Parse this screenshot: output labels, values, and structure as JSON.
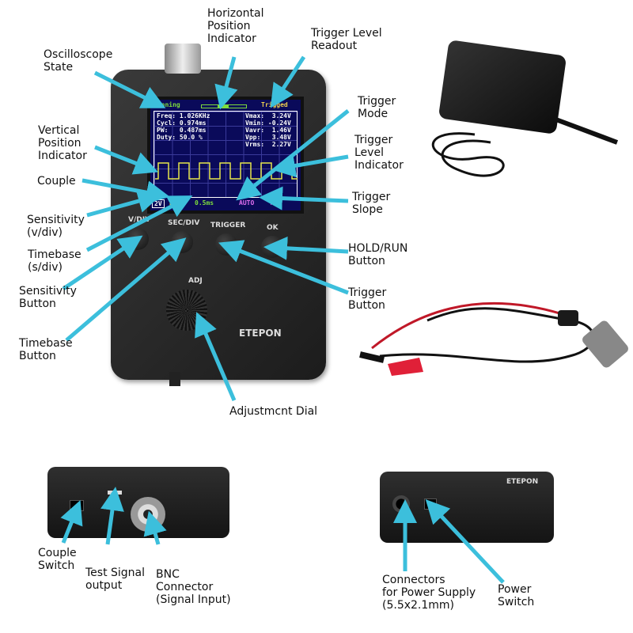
{
  "labels": {
    "oscilloscope_state": "Oscilloscope\nState",
    "horizontal_position": "Horizontal\nPosition\nIndicator",
    "trigger_level_readout": "Trigger Level\nReadout",
    "trigger_mode": "Trigger\nMode",
    "trigger_level_indicator": "Trigger\nLevel\nIndicator",
    "trigger_slope": "Trigger\nSlope",
    "vertical_position": "Vertical\nPosition\nIndicator",
    "couple": "Couple",
    "sensitivity": "Sensitivity\n(v/div)",
    "timebase": "Timebase\n(s/div)",
    "sensitivity_button": "Sensitivity\nButton",
    "timebase_button": "Timebase\nButton",
    "hold_run_button": "HOLD/RUN\nButton",
    "trigger_button": "Trigger\nButton",
    "adjustment_dial": "Adjustmcnt Dial",
    "couple_switch": "Couple\nSwitch",
    "test_signal": "Test Signal\noutput",
    "bnc_connector": "BNC\nConnector\n(Signal Input)",
    "power_connector": "Connectors\nfor Power Supply\n(5.5x2.1mm)",
    "power_switch": "Power\nSwitch"
  },
  "screen": {
    "state": "Running",
    "trigger_status": "Trigged",
    "freq": "Freq: 1.026KHz",
    "cycl": "Cycl: 0.974ms",
    "pw": "PW:   0.487ms",
    "duty": "Duty: 50.0 %",
    "vmax": "Vmax:  3.24V",
    "vmin": "Vmin: -0.24V",
    "vavr": "Vavr:  1.46V",
    "vpp": "Vpp:   3.48V",
    "vrms": "Vrms:  2.27V",
    "sensitivity": "2V",
    "couple": "DC",
    "timebase": "0.5ms",
    "trigger_mode": "AUTO",
    "slope": "↿"
  },
  "device": {
    "buttons": [
      "V/DIV",
      "SEC/DIV",
      "TRIGGER",
      "OK"
    ],
    "dial_label": "ADJ",
    "brand": "ETEPON"
  },
  "colors": {
    "arrow": "#3cbfdc",
    "screen_bg": "#0a0a5a",
    "trace": "#e6e64a",
    "state": "#7ddc3c",
    "trigger": "#f0d050",
    "mode": "#e070f0"
  }
}
